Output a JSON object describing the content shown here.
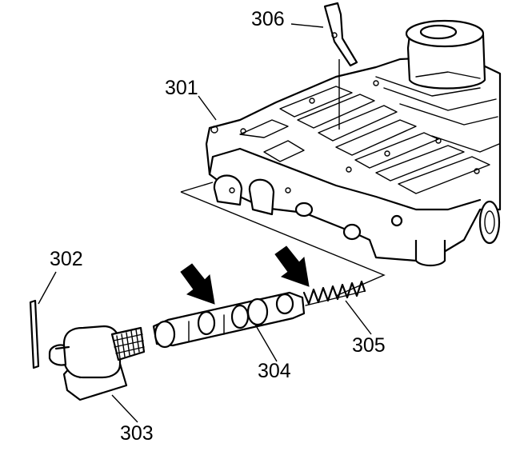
{
  "callouts": {
    "valve_body": "301",
    "retaining_pin": "302",
    "solenoid": "303",
    "valve": "304",
    "spring": "305",
    "clip": "306"
  },
  "colors": {
    "ink": "#000000",
    "paper": "#ffffff"
  }
}
